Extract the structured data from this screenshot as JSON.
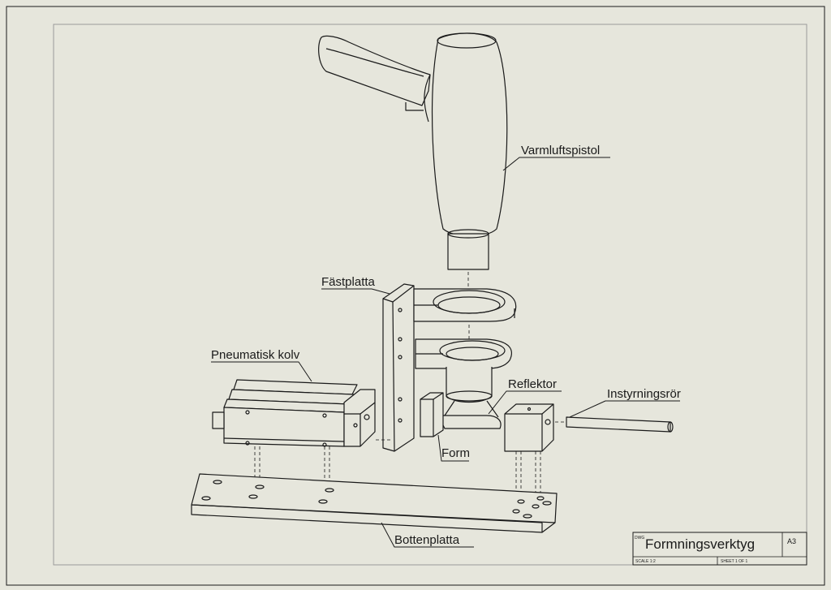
{
  "drawing": {
    "background": "#e6e6dc",
    "line_color": "#1a1a1a",
    "parts": [
      {
        "id": "varmluftspistol",
        "label": "Varmluftspistol"
      },
      {
        "id": "fastplatta",
        "label": "Fästplatta"
      },
      {
        "id": "pneumatisk",
        "label": "Pneumatisk kolv"
      },
      {
        "id": "reflektor",
        "label": "Reflektor"
      },
      {
        "id": "instyrningsror",
        "label": "Instyrningsrör"
      },
      {
        "id": "form",
        "label": "Form"
      },
      {
        "id": "bottenplatta",
        "label": "Bottenplatta"
      }
    ]
  },
  "title_block": {
    "dwg_label": "DWG",
    "title": "Formningsverktyg",
    "size": "A3",
    "scale": "SCALE 1:2",
    "sheet": "SHEET 1 OF 1"
  }
}
